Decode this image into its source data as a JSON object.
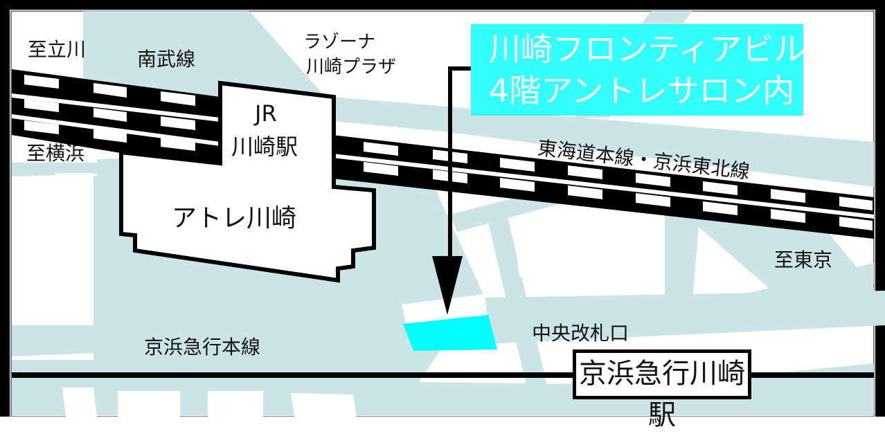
{
  "map": {
    "colors": {
      "road": "#cbe5e6",
      "destination": "#33ffff",
      "building_highlight": "#00ffff",
      "track": "#000000",
      "background": "#ffffff"
    },
    "destination": {
      "line1": "川崎フロンティアビル",
      "line2": "4階アントレサロン内"
    },
    "labels": {
      "to_tachikawa": "至立川",
      "nambu_line": "南武線",
      "to_yokohama": "至横浜",
      "lazona_line1": "ラゾーナ",
      "lazona_line2": "川崎プラザ",
      "jr_line1": "JR",
      "jr_line2": "川崎駅",
      "atre": "アトレ川崎",
      "tokaido_line": "東海道本線・京浜東北線",
      "to_tokyo": "至東京",
      "central_gate": "中央改札口",
      "keikyu_line": "京浜急行本線",
      "keikyu_station": "京浜急行川崎駅"
    },
    "icons": {
      "arrow": "down-arrow-icon",
      "target_building": "building-marker-icon"
    }
  }
}
